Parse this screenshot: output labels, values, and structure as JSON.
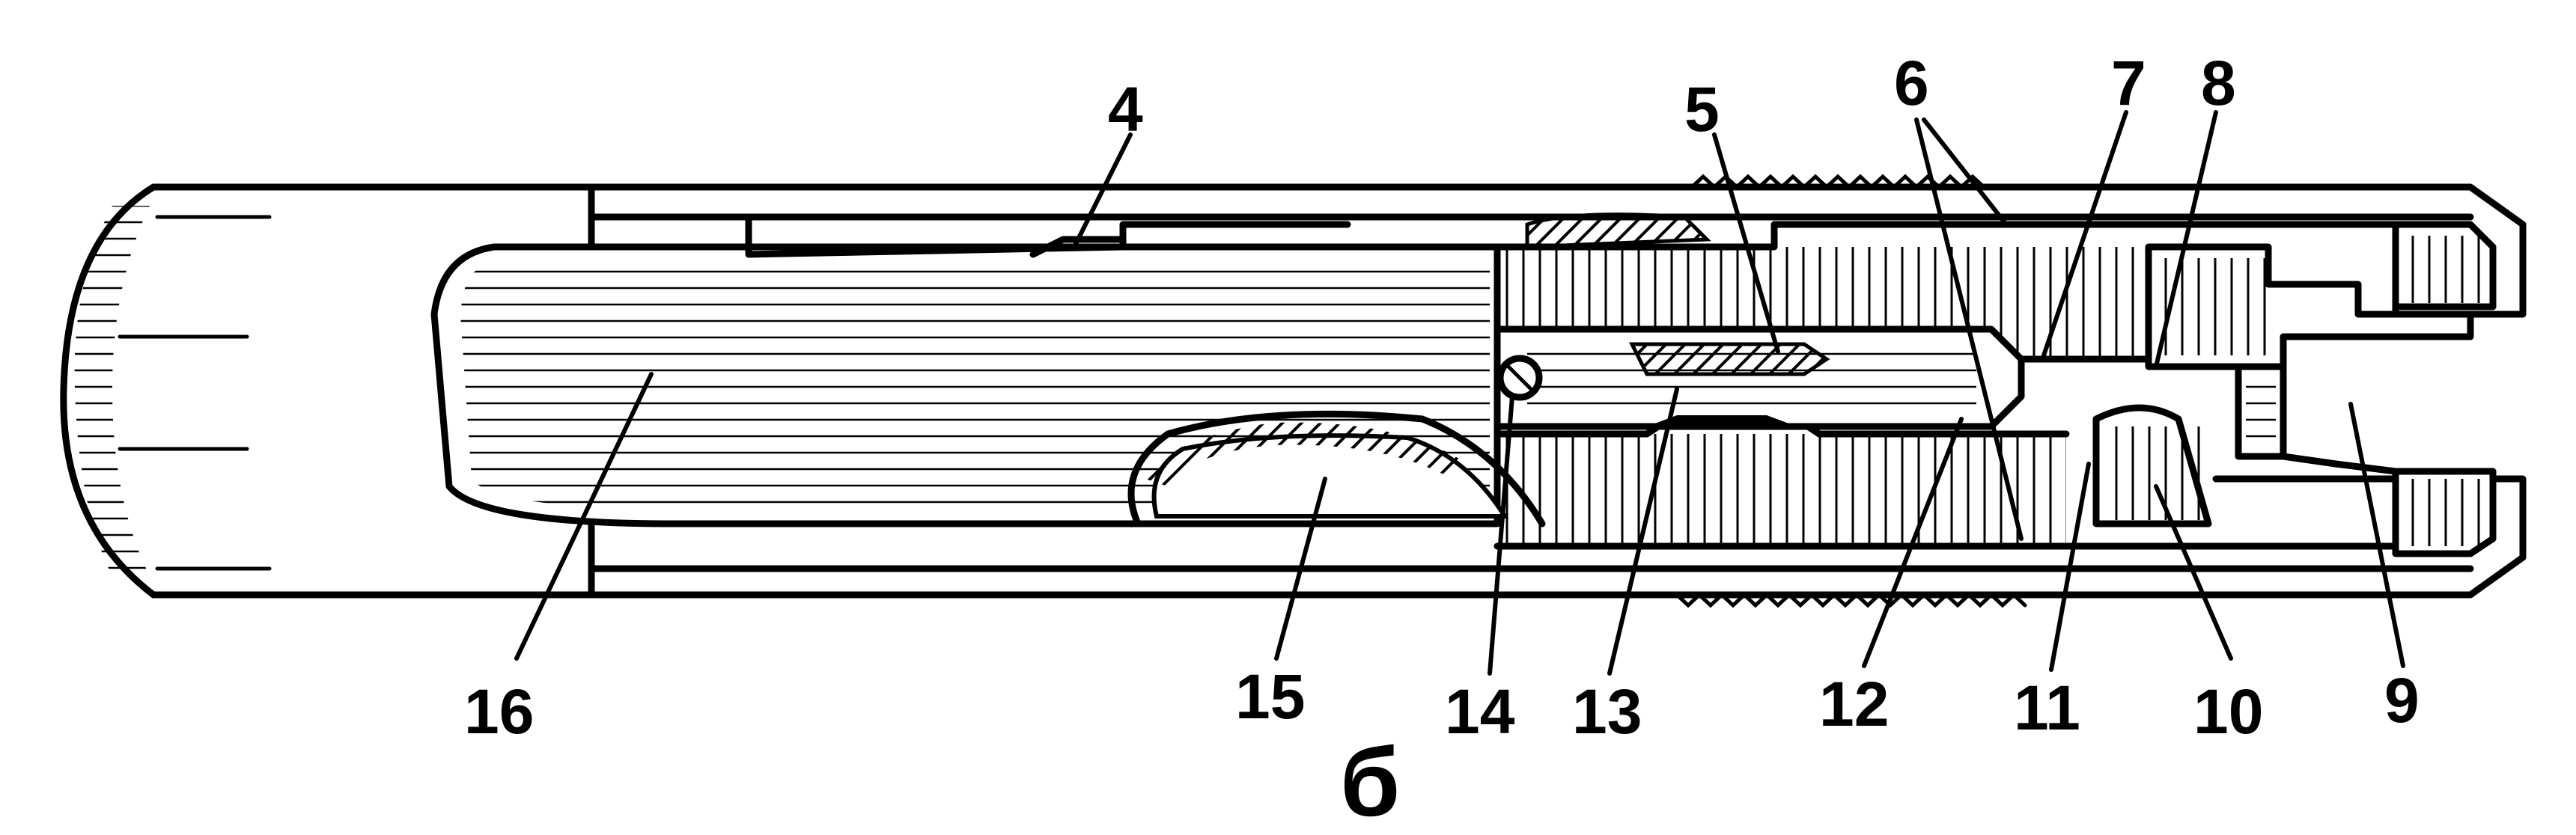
{
  "labels": {
    "l4": "4",
    "l5": "5",
    "l6": "6",
    "l7": "7",
    "l8": "8",
    "l9": "9",
    "l10": "10",
    "l11": "11",
    "l12": "12",
    "l13": "13",
    "l14": "14",
    "l15": "15",
    "l16": "16"
  },
  "caption": "б",
  "colors": {
    "ink": "#000000",
    "paper": "#ffffff"
  }
}
